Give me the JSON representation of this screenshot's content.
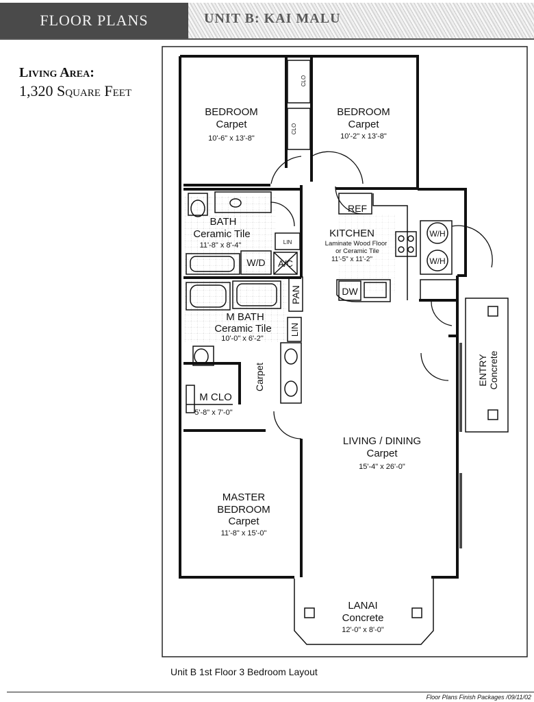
{
  "header": {
    "section_title": "FLOOR PLANS",
    "unit_title": "UNIT B: KAI MALU"
  },
  "living_area": {
    "label": "Living Area:",
    "value": "1,320 Square Feet"
  },
  "rooms": {
    "bedroom_left": {
      "name": "BEDROOM",
      "finish": "Carpet",
      "dims": "10'-6\" x 13'-8\""
    },
    "bedroom_right": {
      "name": "BEDROOM",
      "finish": "Carpet",
      "dims": "10'-2\" x 13'-8\""
    },
    "bath": {
      "name": "BATH",
      "finish": "Ceramic Tile",
      "dims": "11'-8\" x 8'-4\""
    },
    "kitchen": {
      "name": "KITCHEN",
      "finish_line1": "Laminate Wood Floor",
      "finish_line2": "or Ceramic Tile",
      "dims": "11'-5\" x 11'-2\""
    },
    "m_bath": {
      "name": "M BATH",
      "finish": "Ceramic Tile",
      "dims": "10'-0\" x 6'-2\""
    },
    "m_clo": {
      "name": "M CLO",
      "dims": "5'-8\" x 7'-0\""
    },
    "hall": {
      "finish": "Carpet"
    },
    "living_dining": {
      "name": "LIVING / DINING",
      "finish": "Carpet",
      "dims": "15'-4\" x 26'-0\""
    },
    "master_bedroom": {
      "name_line1": "MASTER",
      "name_line2": "BEDROOM",
      "finish": "Carpet",
      "dims": "11'-8\" x 15'-0\""
    },
    "entry": {
      "name": "ENTRY",
      "finish": "Concrete"
    },
    "lanai": {
      "name": "LANAI",
      "finish": "Concrete",
      "dims": "12'-0\" x 8'-0\""
    }
  },
  "fixtures": {
    "clo": "CLO",
    "ref": "REF",
    "wd": "W/D",
    "ac": "A/C",
    "lin": "LIN",
    "pan": "PAN",
    "dw": "DW",
    "wh": "W/H"
  },
  "caption": "Unit B 1st Floor 3 Bedroom Layout",
  "footer": "Floor Plans Finish Packages /09/11/02"
}
